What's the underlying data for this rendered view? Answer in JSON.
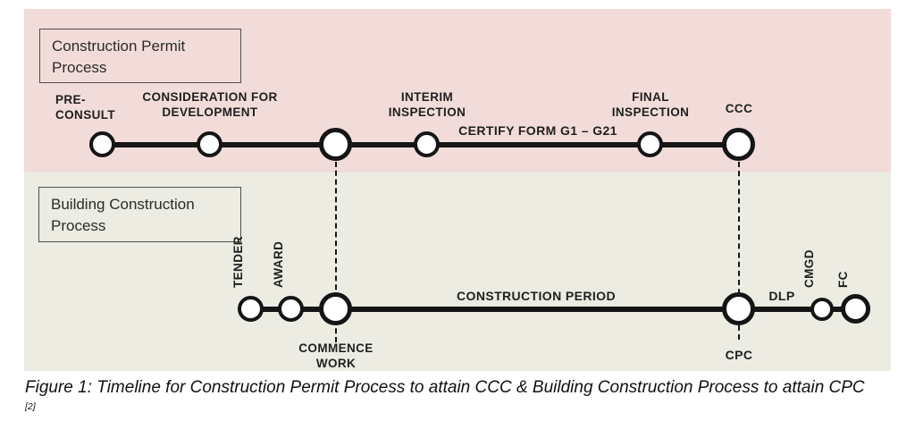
{
  "colors": {
    "permit_section_bg": "#f2dcd9",
    "building_section_bg": "#ecece3",
    "line_color": "#151515",
    "text_color": "#1f1f1f",
    "node_fill": "#ffffff",
    "page_bg": "#ffffff"
  },
  "permit": {
    "title": "Construction Permit\nProcess",
    "milestones": {
      "pre_consult": "PRE-\nCONSULT",
      "consideration": "CONSIDERATION FOR\nDEVELOPMENT",
      "interim": "INTERIM\nINSPECTION",
      "certify": "CERTIFY FORM G1 – G21",
      "final": "FINAL\nINSPECTION",
      "ccc": "CCC"
    }
  },
  "building": {
    "title": "Building Construction\nProcess",
    "milestones": {
      "tender": "TENDER",
      "award": "AWARD",
      "commence": "COMMENCE\nWORK",
      "construction_period": "CONSTRUCTION PERIOD",
      "cpc": "CPC",
      "dlp": "DLP",
      "cmgd": "CMGD",
      "fc": "FC"
    }
  },
  "caption": {
    "text": "Figure 1: Timeline for Construction Permit Process to attain CCC & Building Construction Process to attain CPC",
    "citation": "[2]"
  }
}
